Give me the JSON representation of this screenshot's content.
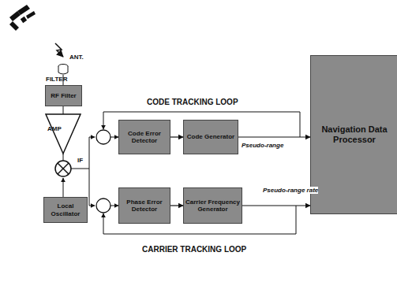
{
  "diagram": {
    "nodes": [
      {
        "text": [
          "RF Filter"
        ]
      },
      {
        "text": [
          "Local Oscillator"
        ]
      },
      {
        "text": [
          "Code Error Detector"
        ]
      },
      {
        "text": [
          "Code Generator"
        ]
      },
      {
        "text": [
          "Phase Error Detector"
        ]
      },
      {
        "text": [
          "Carrier Frequency Generator"
        ]
      },
      {
        "text": [
          "Navigation Data Processor"
        ]
      }
    ],
    "edges": [
      {
        "from": 2,
        "to": 3,
        "arrow": "to"
      },
      {
        "from": 3,
        "to": 6,
        "label": "Pseudo-range",
        "arrow": "to"
      },
      {
        "from": 4,
        "to": 5,
        "arrow": "to"
      },
      {
        "from": 5,
        "to": 6,
        "label": "Pseudo-range rate",
        "arrow": "to"
      }
    ],
    "labels": [
      "ANT.",
      "FILTER",
      "AMP",
      "IF",
      "CODE TRACKING LOOP",
      "CARRIER TRACKING LOOP"
    ]
  }
}
